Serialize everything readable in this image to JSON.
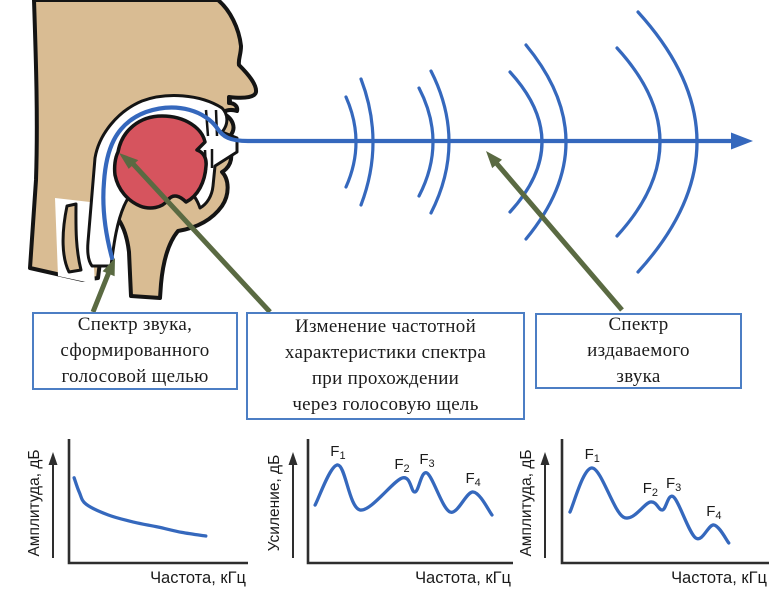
{
  "figure": {
    "subject": "speech-production-diagram",
    "boxes": [
      {
        "lines": [
          "Спектр звука,",
          "сформированного",
          "голосовой щелью"
        ]
      },
      {
        "lines": [
          "Изменение частотной",
          "характеристики спектра",
          "при прохождении",
          "через голосовую щель"
        ]
      },
      {
        "lines": [
          "Спектр",
          "издаваемого",
          "звука"
        ]
      }
    ]
  },
  "colors": {
    "blue": "#3568bd",
    "green": "#5a6a42",
    "skin": "#d9bc93",
    "tongue": "#d6545e",
    "outline": "#141414",
    "box_border": "#4c7ec4",
    "text": "#1b1b1b",
    "axis": "#2e2e2e"
  },
  "chart_data": [
    {
      "type": "line",
      "title": "",
      "ylabel": "Амплитуда, дБ",
      "xlabel": "Частота, кГц",
      "legend": null,
      "grid": false,
      "peaks": [],
      "points": [
        [
          0.03,
          0.29
        ],
        [
          0.06,
          0.41
        ],
        [
          0.1,
          0.51
        ],
        [
          0.23,
          0.6
        ],
        [
          0.38,
          0.66
        ],
        [
          0.52,
          0.7
        ],
        [
          0.66,
          0.745
        ],
        [
          0.8,
          0.775
        ]
      ]
    },
    {
      "type": "line",
      "title": "",
      "ylabel": "Усиление, дБ",
      "xlabel": "Частота, кГц",
      "legend": null,
      "grid": false,
      "peaks": [
        {
          "label": "F",
          "sub": "1",
          "x": 0.152,
          "y": 0.183
        },
        {
          "label": "F",
          "sub": "2",
          "x": 0.477,
          "y": 0.292
        },
        {
          "label": "F",
          "sub": "3",
          "x": 0.604,
          "y": 0.25
        },
        {
          "label": "F",
          "sub": "4",
          "x": 0.838,
          "y": 0.408
        }
      ],
      "points": [
        [
          0.036,
          0.517
        ],
        [
          0.152,
          0.183
        ],
        [
          0.264,
          0.558
        ],
        [
          0.477,
          0.292
        ],
        [
          0.543,
          0.408
        ],
        [
          0.604,
          0.25
        ],
        [
          0.721,
          0.575
        ],
        [
          0.838,
          0.408
        ],
        [
          0.934,
          0.6
        ]
      ]
    },
    {
      "type": "line",
      "title": "",
      "ylabel": "Амплитуда, дБ",
      "xlabel": "Частота, кГц",
      "legend": null,
      "grid": false,
      "peaks": [
        {
          "label": "F",
          "sub": "1",
          "x": 0.152,
          "y": 0.208
        },
        {
          "label": "F",
          "sub": "2",
          "x": 0.444,
          "y": 0.492
        },
        {
          "label": "F",
          "sub": "3",
          "x": 0.561,
          "y": 0.45
        },
        {
          "label": "F",
          "sub": "4",
          "x": 0.763,
          "y": 0.683
        }
      ],
      "points": [
        [
          0.04,
          0.575
        ],
        [
          0.152,
          0.208
        ],
        [
          0.308,
          0.617
        ],
        [
          0.444,
          0.492
        ],
        [
          0.505,
          0.558
        ],
        [
          0.561,
          0.45
        ],
        [
          0.672,
          0.792
        ],
        [
          0.763,
          0.683
        ],
        [
          0.838,
          0.833
        ]
      ]
    }
  ]
}
